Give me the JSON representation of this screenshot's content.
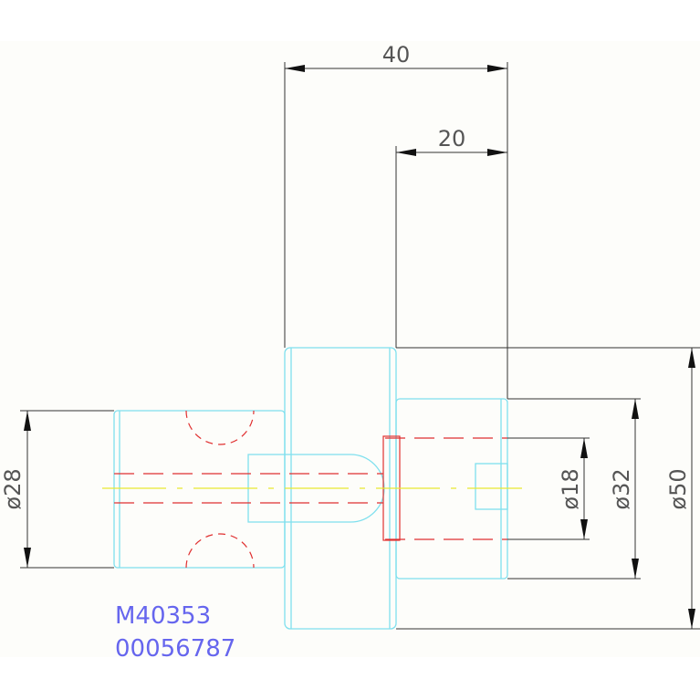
{
  "colors": {
    "background": "#ffffff",
    "sheet": "#fdfdfa",
    "outline": "#7fe0ee",
    "hidden": "#e03030",
    "centerline": "#e8e830",
    "dimension": "#333333",
    "dim_text": "#555555",
    "id_text": "#6666ee"
  },
  "dimensions": {
    "total_length": "40",
    "step_length": "20",
    "dia_left": "ø28",
    "dia_bore": "ø18",
    "dia_right": "ø32",
    "dia_flange": "ø50"
  },
  "part_id": {
    "code": "M40353",
    "number": "00056787"
  }
}
